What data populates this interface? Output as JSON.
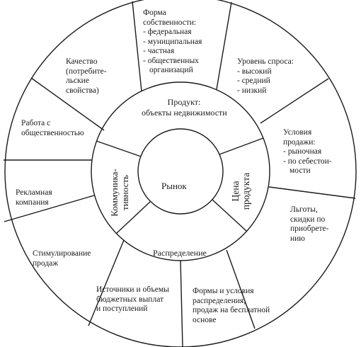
{
  "diagram": {
    "center": "Рынок",
    "inner_ring": {
      "product": [
        "Продукт:",
        "объекты недвижимости"
      ],
      "price": [
        "Цена",
        "продукта"
      ],
      "distribution": [
        "Распределение"
      ],
      "communication": [
        "Коммуника-",
        "тивность"
      ]
    },
    "outer_ring": {
      "ownership": [
        "Форма",
        "собственности:",
        "- федеральная",
        "- муниципальная",
        "- частная",
        "- общественных",
        "организаций"
      ],
      "demand": [
        "Уровень спроса:",
        "- высокий",
        "- средний",
        "- низкий"
      ],
      "sale_terms": [
        "Условия",
        "продажи:",
        "- рыночная",
        "- по себестои-",
        "мости"
      ],
      "benefits": [
        "Льготы,",
        "скидки по",
        "приобрете-",
        "нию"
      ],
      "distribution_forms": [
        "Формы и условия",
        "распределения,",
        "продаж на бесплатной",
        "основе"
      ],
      "budget_sources": [
        "Источники и объемы",
        "бюджетных  выплат",
        "и поступлений"
      ],
      "sales_promotion": [
        "Стимулирование",
        "продаж"
      ],
      "advertising": [
        "Рекламная",
        "компания"
      ],
      "public_relations": [
        "Работа с",
        "общественностью"
      ],
      "quality": [
        "Качество",
        "(потребите-",
        "льские",
        "свойства)"
      ]
    }
  }
}
